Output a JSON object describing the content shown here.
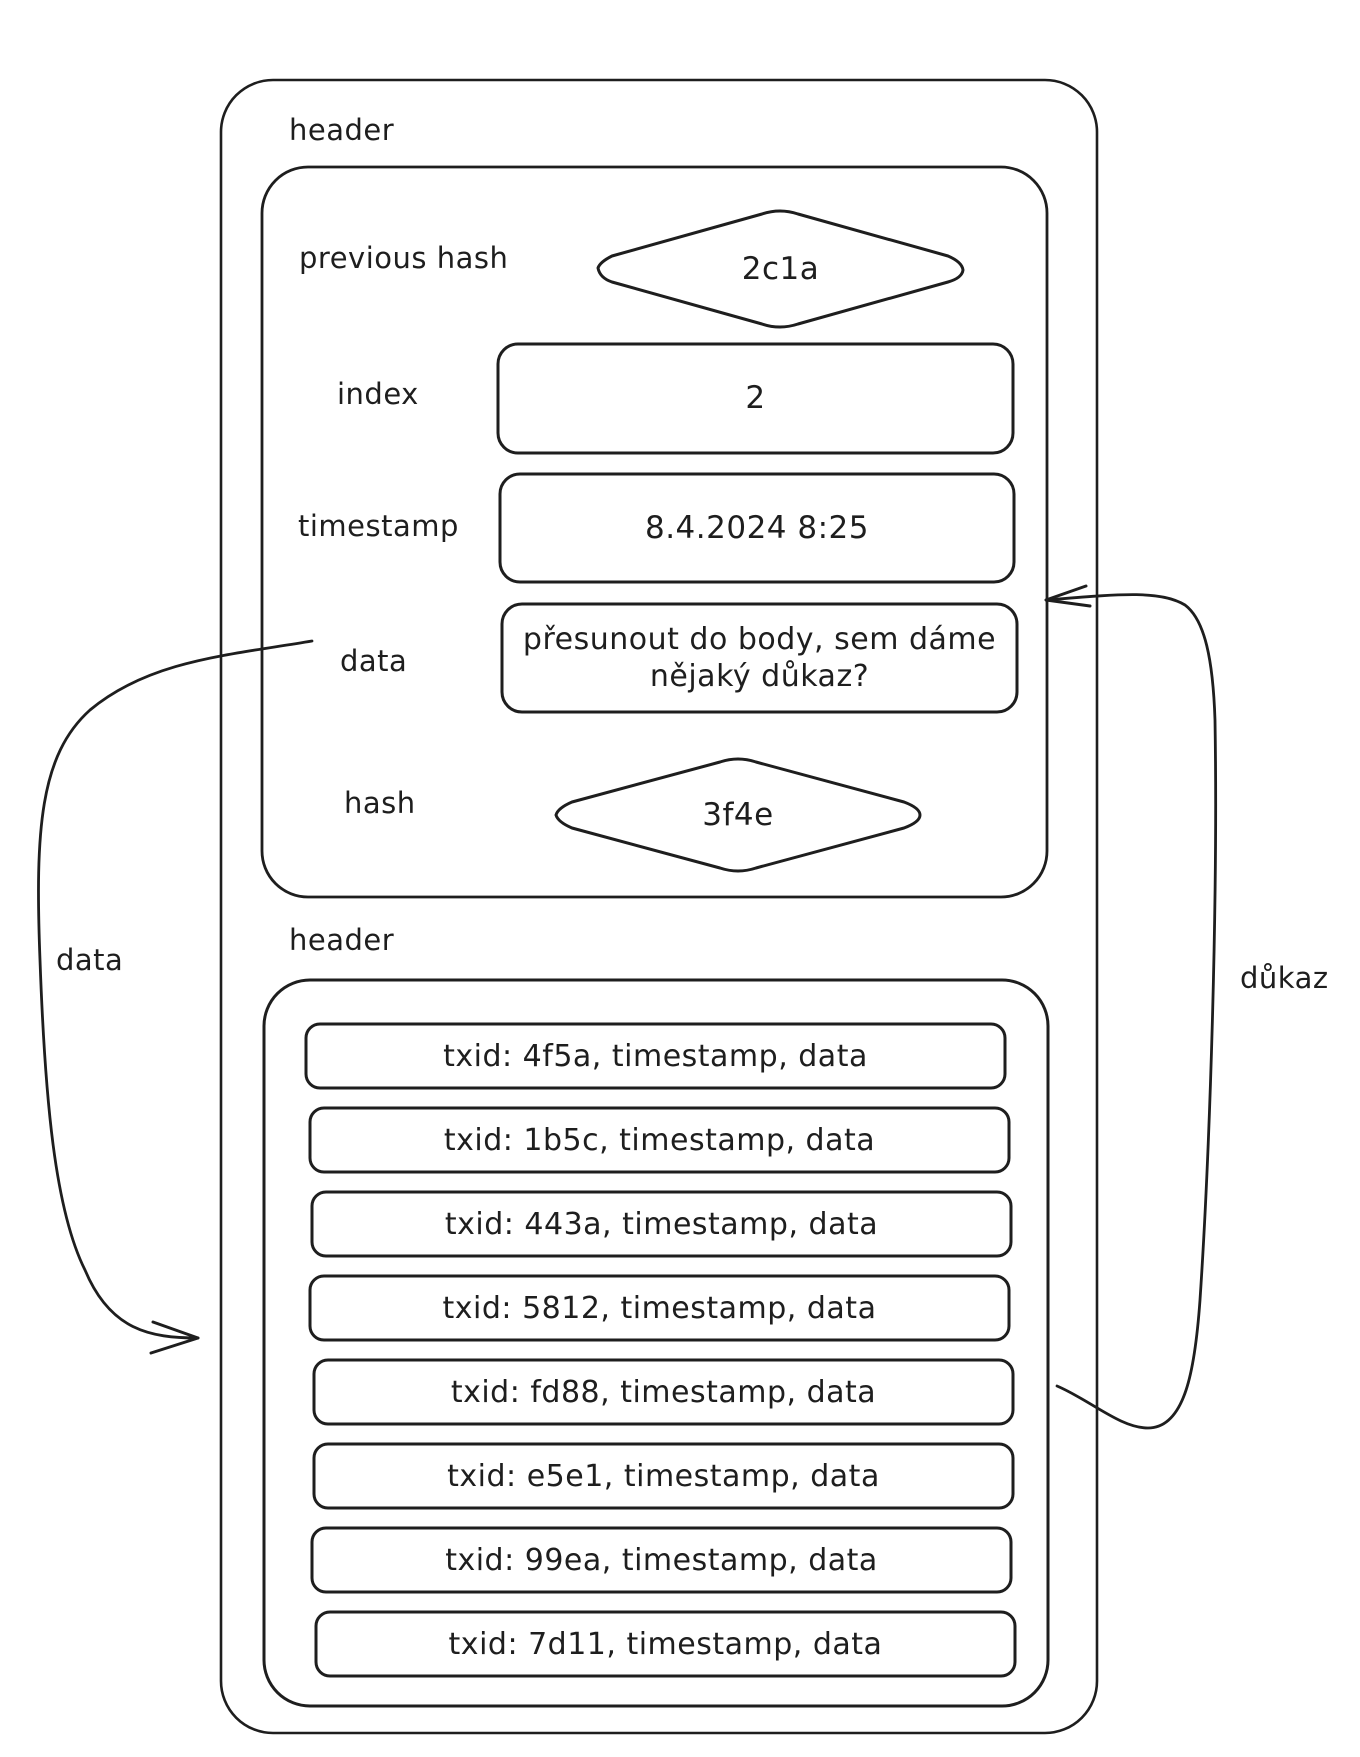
{
  "colors": {
    "stroke": "#1e1e1e",
    "background": "#ffffff"
  },
  "block": {
    "header_label": "header",
    "fields": {
      "previous_hash": {
        "label": "previous hash",
        "value": "2c1a",
        "shape": "diamond"
      },
      "index": {
        "label": "index",
        "value": "2",
        "shape": "rounded-rect"
      },
      "timestamp": {
        "label": "timestamp",
        "value": "8.4.2024 8:25",
        "shape": "rounded-rect"
      },
      "data": {
        "label": "data",
        "value_line1": "přesunout do body, sem dáme",
        "value_line2": "nějaký důkaz?",
        "shape": "rounded-rect"
      },
      "hash": {
        "label": "hash",
        "value": "3f4e",
        "shape": "diamond"
      }
    },
    "body_label": "header",
    "transactions": [
      {
        "text": "txid: 4f5a, timestamp, data"
      },
      {
        "text": "txid: 1b5c, timestamp, data"
      },
      {
        "text": "txid: 443a, timestamp, data"
      },
      {
        "text": "txid: 5812, timestamp, data"
      },
      {
        "text": "txid: fd88, timestamp, data"
      },
      {
        "text": "txid: e5e1, timestamp, data"
      },
      {
        "text": "txid: 99ea, timestamp, data"
      },
      {
        "text": "txid: 7d11, timestamp, data"
      }
    ]
  },
  "arrows": {
    "left": {
      "label": "data",
      "from": "data field",
      "to": "body transactions"
    },
    "right": {
      "label": "důkaz",
      "from": "transaction fd88",
      "to": "data field"
    }
  }
}
